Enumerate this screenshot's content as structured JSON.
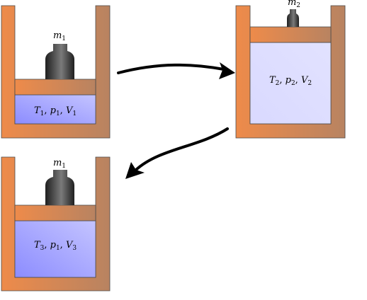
{
  "colors": {
    "wall_left": "#ee8b4a",
    "wall_right": "#b88361",
    "wall_stroke": "#4a4a4a",
    "gas_dense_from": "#8c8cff",
    "gas_dense_to": "#c4c4ff",
    "gas_light_from": "#d9d9ff",
    "gas_light_to": "#e2e2ff",
    "weight_dark": "#1f1f1f",
    "weight_light": "#7a7a7a",
    "arrow": "#000000"
  },
  "cylinders": [
    {
      "id": "state-1",
      "weight": {
        "sym": "m",
        "sub": "1"
      },
      "state": [
        {
          "sym": "T",
          "sub": "1"
        },
        {
          "sym": "p",
          "sub": "1"
        },
        {
          "sym": "V",
          "sub": "1"
        }
      ],
      "gas": "dense",
      "weight_size": "large"
    },
    {
      "id": "state-2",
      "weight": {
        "sym": "m",
        "sub": "2"
      },
      "state": [
        {
          "sym": "T",
          "sub": "2"
        },
        {
          "sym": "p",
          "sub": "2"
        },
        {
          "sym": "V",
          "sub": "2"
        }
      ],
      "gas": "light",
      "weight_size": "small"
    },
    {
      "id": "state-3",
      "weight": {
        "sym": "m",
        "sub": "1"
      },
      "state": [
        {
          "sym": "T",
          "sub": "3"
        },
        {
          "sym": "p",
          "sub": "1"
        },
        {
          "sym": "V",
          "sub": "3"
        }
      ],
      "gas": "dense",
      "weight_size": "large"
    }
  ],
  "arrows": [
    {
      "id": "arrow-state-1-to-2",
      "from": "state-1",
      "to": "state-2"
    },
    {
      "id": "arrow-state-2-to-3",
      "from": "state-2",
      "to": "state-3"
    }
  ]
}
